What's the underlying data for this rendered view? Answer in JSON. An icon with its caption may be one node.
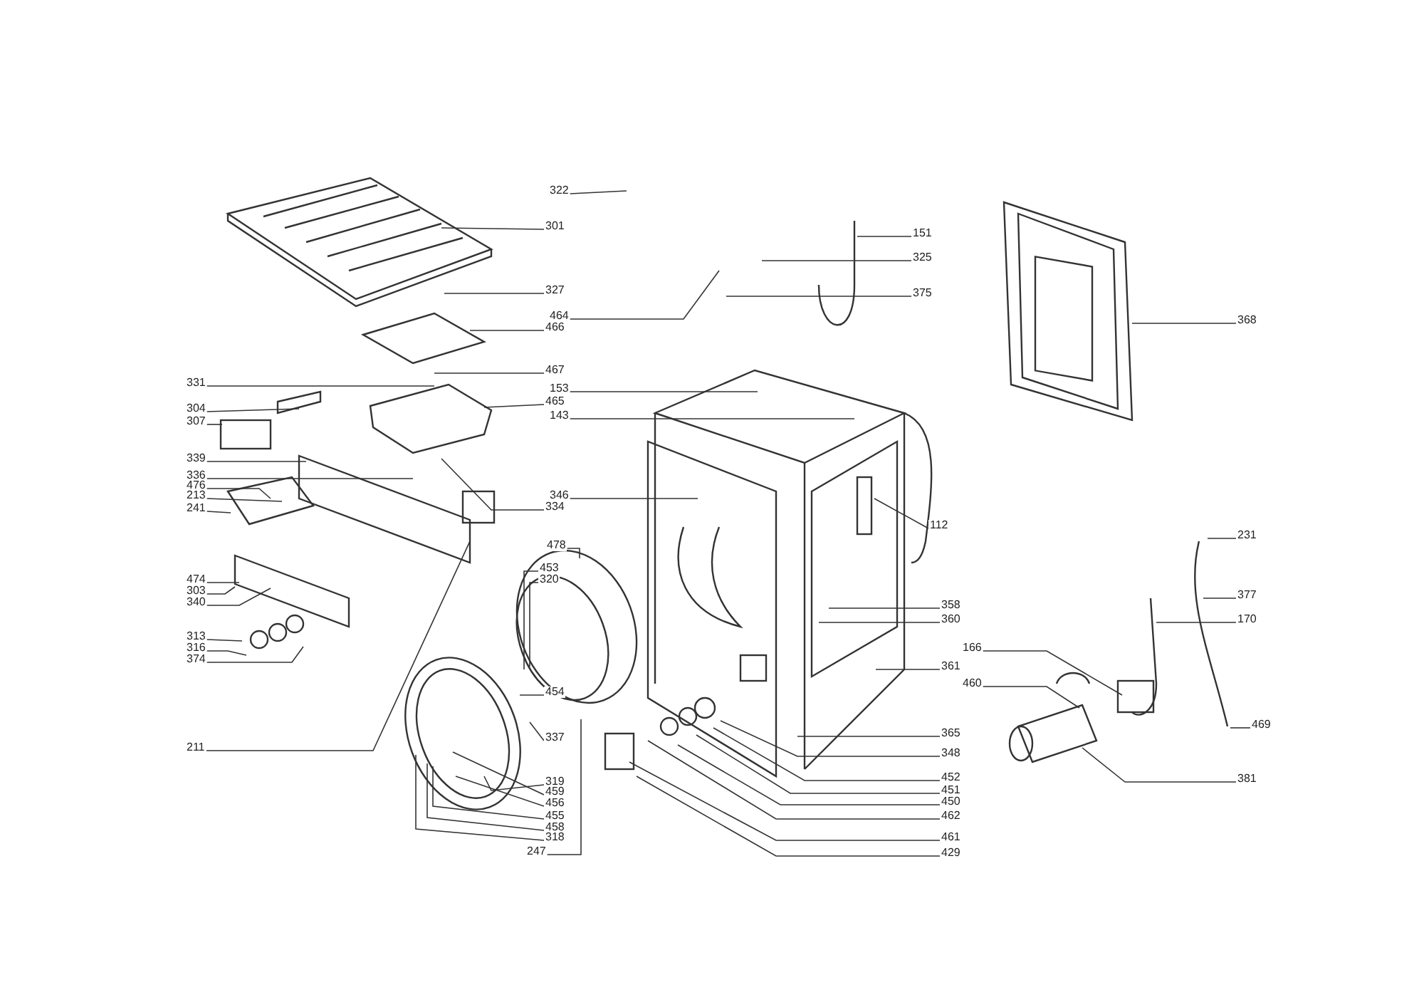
{
  "diagram": {
    "nodes": [
      {
        "text": [
          "322"
        ]
      },
      {
        "text": [
          "301"
        ]
      },
      {
        "text": [
          "327"
        ]
      },
      {
        "text": [
          "464"
        ]
      },
      {
        "text": [
          "466"
        ]
      },
      {
        "text": [
          "467"
        ]
      },
      {
        "text": [
          "153"
        ]
      },
      {
        "text": [
          "465"
        ]
      },
      {
        "text": [
          "143"
        ]
      },
      {
        "text": [
          "346"
        ]
      },
      {
        "text": [
          "334"
        ]
      },
      {
        "text": [
          "331"
        ]
      },
      {
        "text": [
          "304"
        ]
      },
      {
        "text": [
          "307"
        ]
      },
      {
        "text": [
          "339"
        ]
      },
      {
        "text": [
          "336"
        ]
      },
      {
        "text": [
          "476"
        ]
      },
      {
        "text": [
          "213"
        ]
      },
      {
        "text": [
          "241"
        ]
      },
      {
        "text": [
          "474"
        ]
      },
      {
        "text": [
          "303"
        ]
      },
      {
        "text": [
          "340"
        ]
      },
      {
        "text": [
          "313"
        ]
      },
      {
        "text": [
          "316"
        ]
      },
      {
        "text": [
          "374"
        ]
      },
      {
        "text": [
          "211"
        ]
      },
      {
        "text": [
          "478"
        ]
      },
      {
        "text": [
          "453"
        ]
      },
      {
        "text": [
          "320"
        ]
      },
      {
        "text": [
          "454"
        ]
      },
      {
        "text": [
          "337"
        ]
      },
      {
        "text": [
          "319"
        ]
      },
      {
        "text": [
          "459"
        ]
      },
      {
        "text": [
          "456"
        ]
      },
      {
        "text": [
          "455"
        ]
      },
      {
        "text": [
          "458"
        ]
      },
      {
        "text": [
          "318"
        ]
      },
      {
        "text": [
          "247"
        ]
      },
      {
        "text": [
          "151"
        ]
      },
      {
        "text": [
          "325"
        ]
      },
      {
        "text": [
          "375"
        ]
      },
      {
        "text": [
          "368"
        ]
      },
      {
        "text": [
          "112"
        ]
      },
      {
        "text": [
          "358"
        ]
      },
      {
        "text": [
          "360"
        ]
      },
      {
        "text": [
          "166"
        ]
      },
      {
        "text": [
          "361"
        ]
      },
      {
        "text": [
          "460"
        ]
      },
      {
        "text": [
          "365"
        ]
      },
      {
        "text": [
          "348"
        ]
      },
      {
        "text": [
          "452"
        ]
      },
      {
        "text": [
          "451"
        ]
      },
      {
        "text": [
          "450"
        ]
      },
      {
        "text": [
          "462"
        ]
      },
      {
        "text": [
          "461"
        ]
      },
      {
        "text": [
          "429"
        ]
      },
      {
        "text": [
          "231"
        ]
      },
      {
        "text": [
          "377"
        ]
      },
      {
        "text": [
          "170"
        ]
      },
      {
        "text": [
          "469"
        ]
      },
      {
        "text": [
          "381"
        ]
      }
    ],
    "edges": [
      {
        "from": 0,
        "to": null,
        "arrow": "none"
      },
      {
        "from": 1,
        "to": null,
        "arrow": "none"
      },
      {
        "from": 2,
        "to": null,
        "arrow": "none"
      },
      {
        "from": 3,
        "to": null,
        "arrow": "none"
      },
      {
        "from": 4,
        "to": null,
        "arrow": "none"
      },
      {
        "from": 5,
        "to": null,
        "arrow": "none"
      },
      {
        "from": 6,
        "to": null,
        "arrow": "none"
      },
      {
        "from": 7,
        "to": null,
        "arrow": "none"
      },
      {
        "from": 8,
        "to": null,
        "arrow": "none"
      },
      {
        "from": 9,
        "to": null,
        "arrow": "none"
      },
      {
        "from": 10,
        "to": null,
        "arrow": "none"
      },
      {
        "from": 11,
        "to": null,
        "arrow": "none"
      },
      {
        "from": 12,
        "to": null,
        "arrow": "none"
      },
      {
        "from": 13,
        "to": null,
        "arrow": "none"
      },
      {
        "from": 14,
        "to": null,
        "arrow": "none"
      },
      {
        "from": 15,
        "to": null,
        "arrow": "none"
      },
      {
        "from": 16,
        "to": null,
        "arrow": "none"
      },
      {
        "from": 17,
        "to": null,
        "arrow": "none"
      },
      {
        "from": 18,
        "to": null,
        "arrow": "none"
      },
      {
        "from": 19,
        "to": null,
        "arrow": "none"
      },
      {
        "from": 20,
        "to": null,
        "arrow": "none"
      },
      {
        "from": 21,
        "to": null,
        "arrow": "none"
      },
      {
        "from": 22,
        "to": null,
        "arrow": "none"
      },
      {
        "from": 23,
        "to": null,
        "arrow": "none"
      },
      {
        "from": 24,
        "to": null,
        "arrow": "none"
      },
      {
        "from": 25,
        "to": null,
        "arrow": "none"
      },
      {
        "from": 26,
        "to": null,
        "arrow": "none"
      },
      {
        "from": 27,
        "to": null,
        "arrow": "none"
      },
      {
        "from": 28,
        "to": null,
        "arrow": "none"
      },
      {
        "from": 29,
        "to": null,
        "arrow": "none"
      },
      {
        "from": 30,
        "to": null,
        "arrow": "none"
      },
      {
        "from": 31,
        "to": null,
        "arrow": "none"
      },
      {
        "from": 32,
        "to": null,
        "arrow": "none"
      },
      {
        "from": 33,
        "to": null,
        "arrow": "none"
      },
      {
        "from": 34,
        "to": null,
        "arrow": "none"
      },
      {
        "from": 35,
        "to": null,
        "arrow": "none"
      },
      {
        "from": 36,
        "to": null,
        "arrow": "none"
      },
      {
        "from": 37,
        "to": null,
        "arrow": "none"
      },
      {
        "from": 38,
        "to": null,
        "arrow": "none"
      },
      {
        "from": 39,
        "to": null,
        "arrow": "none"
      },
      {
        "from": 40,
        "to": null,
        "arrow": "none"
      },
      {
        "from": 41,
        "to": null,
        "arrow": "none"
      },
      {
        "from": 42,
        "to": null,
        "arrow": "none"
      },
      {
        "from": 43,
        "to": null,
        "arrow": "none"
      },
      {
        "from": 44,
        "to": null,
        "arrow": "none"
      },
      {
        "from": 45,
        "to": null,
        "arrow": "none"
      },
      {
        "from": 46,
        "to": null,
        "arrow": "none"
      },
      {
        "from": 47,
        "to": null,
        "arrow": "none"
      },
      {
        "from": 48,
        "to": null,
        "arrow": "none"
      },
      {
        "from": 49,
        "to": null,
        "arrow": "none"
      },
      {
        "from": 50,
        "to": null,
        "arrow": "none"
      },
      {
        "from": 51,
        "to": null,
        "arrow": "none"
      },
      {
        "from": 52,
        "to": null,
        "arrow": "none"
      },
      {
        "from": 53,
        "to": null,
        "arrow": "none"
      },
      {
        "from": 54,
        "to": null,
        "arrow": "none"
      },
      {
        "from": 55,
        "to": null,
        "arrow": "none"
      },
      {
        "from": 56,
        "to": null,
        "arrow": "none"
      },
      {
        "from": 57,
        "to": null,
        "arrow": "none"
      },
      {
        "from": 58,
        "to": null,
        "arrow": "none"
      },
      {
        "from": 59,
        "to": null,
        "arrow": "none"
      },
      {
        "from": 60,
        "to": null,
        "arrow": "none"
      }
    ]
  }
}
